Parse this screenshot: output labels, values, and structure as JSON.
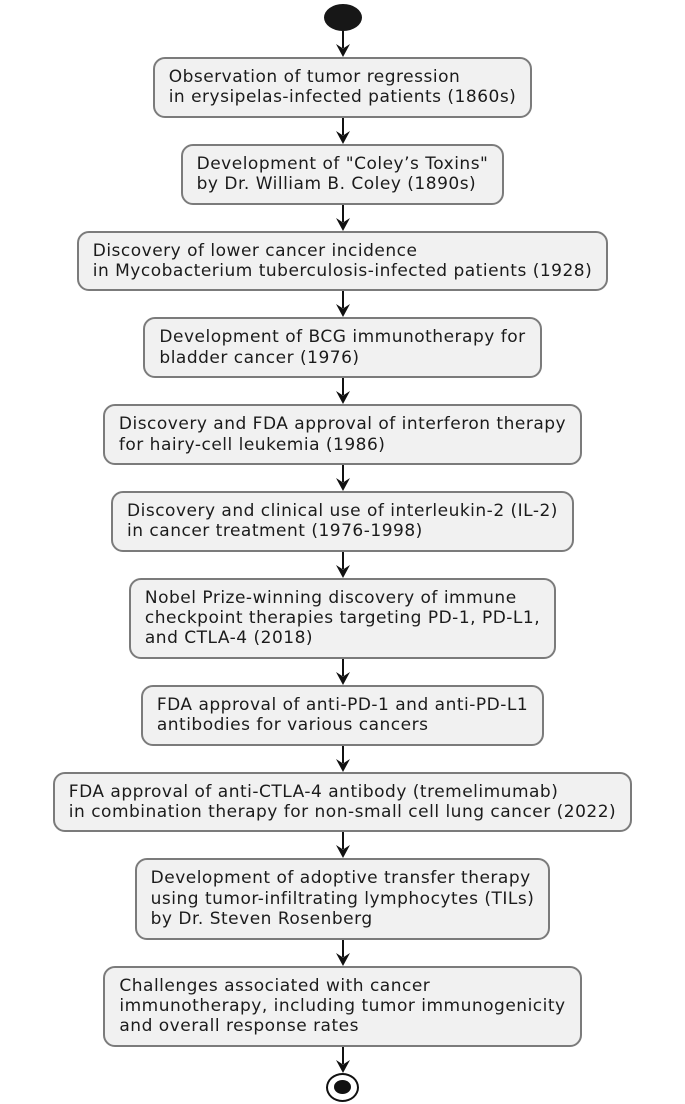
{
  "flowchart": {
    "title": "History of cancer immunotherapy (activity diagram)",
    "type": "activity-flowchart",
    "start_node": "initial-state",
    "end_node": "final-state",
    "colors": {
      "background": "#ffffff",
      "box_fill": "#f1f1f1",
      "box_border": "#7b7b7b",
      "text": "#1b1b1b",
      "arrow": "#111111",
      "node": "#171717"
    },
    "steps": [
      {
        "label": "Observation of tumor regression\nin erysipelas-infected patients (1860s)"
      },
      {
        "label": "Development of \"Coley’s Toxins\"\nby Dr. William B. Coley (1890s)"
      },
      {
        "label": "Discovery of lower cancer incidence\nin Mycobacterium tuberculosis-infected patients (1928)"
      },
      {
        "label": "Development of BCG immunotherapy for\nbladder cancer (1976)"
      },
      {
        "label": "Discovery and FDA approval of interferon therapy\nfor hairy-cell leukemia (1986)"
      },
      {
        "label": "Discovery and clinical use of interleukin-2 (IL-2)\nin cancer treatment (1976-1998)"
      },
      {
        "label": "Nobel Prize-winning discovery of immune\ncheckpoint therapies targeting PD-1, PD-L1,\nand CTLA-4 (2018)"
      },
      {
        "label": "FDA approval of anti-PD-1 and anti-PD-L1\nantibodies for various cancers"
      },
      {
        "label": "FDA approval of anti-CTLA-4 antibody (tremelimumab)\nin combination therapy for non-small cell lung cancer (2022)"
      },
      {
        "label": "Development of adoptive transfer therapy\nusing tumor-infiltrating lymphocytes (TILs)\nby Dr. Steven Rosenberg"
      },
      {
        "label": "Challenges associated with cancer\nimmunotherapy, including tumor immunogenicity\nand overall response rates"
      }
    ]
  }
}
